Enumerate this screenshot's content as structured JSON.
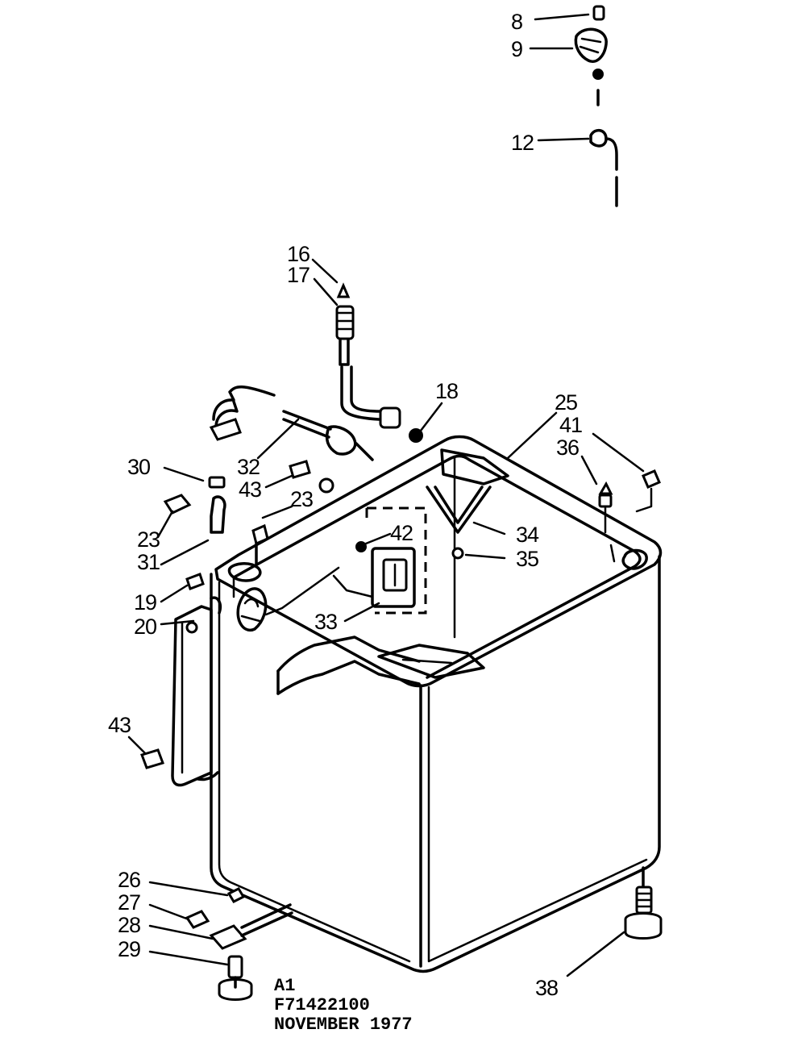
{
  "callouts": {
    "c8": "8",
    "c9": "9",
    "c12": "12",
    "c16": "16",
    "c17": "17",
    "c18": "18",
    "c25": "25",
    "c41": "41",
    "c36": "36",
    "c30": "30",
    "c32": "32",
    "c43a": "43",
    "c23a": "23",
    "c23b": "23",
    "c31": "31",
    "c42": "42",
    "c34": "34",
    "c35": "35",
    "c19": "19",
    "c20": "20",
    "c33": "33",
    "c43b": "43",
    "c26": "26",
    "c27": "27",
    "c28": "28",
    "c29": "29",
    "c38": "38"
  },
  "footer": {
    "line1": "A1",
    "line2": "F71422100",
    "line3": "NOVEMBER 1977"
  }
}
